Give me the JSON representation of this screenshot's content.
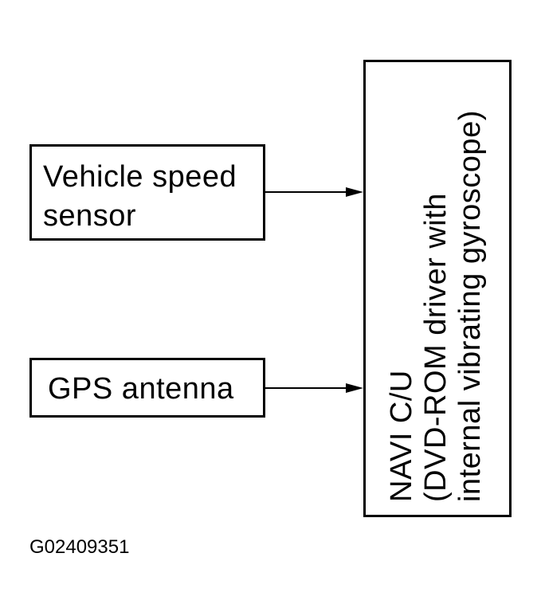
{
  "blocks": {
    "speed_sensor": {
      "line1": "Vehicle speed",
      "line2": "sensor"
    },
    "gps_antenna": {
      "label": "GPS antenna"
    },
    "navi_cu": {
      "line1": "NAVI C/U",
      "line2": "(DVD-ROM driver with",
      "line3": "internal vibrating gyroscope)"
    }
  },
  "figure_id": "G02409351",
  "colors": {
    "line": "#000000",
    "background": "#ffffff"
  }
}
